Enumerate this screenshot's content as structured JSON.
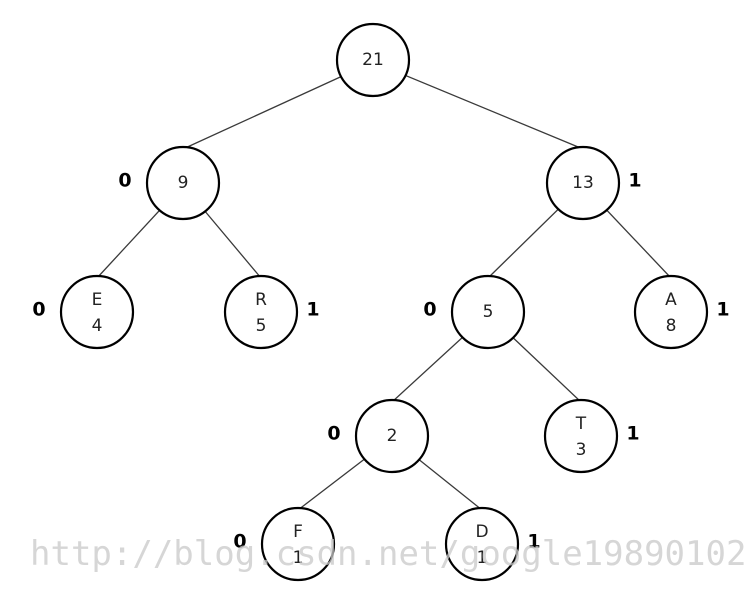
{
  "tree": {
    "nodes": [
      {
        "id": "root",
        "lines": [
          "21"
        ],
        "bit": ""
      },
      {
        "id": "n9",
        "lines": [
          "9"
        ],
        "bit": "0"
      },
      {
        "id": "n13",
        "lines": [
          "13"
        ],
        "bit": "1"
      },
      {
        "id": "E",
        "lines": [
          "E",
          "4"
        ],
        "bit": "0"
      },
      {
        "id": "R",
        "lines": [
          "R",
          "5"
        ],
        "bit": "1"
      },
      {
        "id": "n5",
        "lines": [
          "5"
        ],
        "bit": "0"
      },
      {
        "id": "A",
        "lines": [
          "A",
          "8"
        ],
        "bit": "1"
      },
      {
        "id": "n2",
        "lines": [
          "2"
        ],
        "bit": "0"
      },
      {
        "id": "T",
        "lines": [
          "T",
          "3"
        ],
        "bit": "1"
      },
      {
        "id": "F",
        "lines": [
          "F",
          "1"
        ],
        "bit": "0"
      },
      {
        "id": "D",
        "lines": [
          "D",
          "1"
        ],
        "bit": "1"
      }
    ],
    "edges": [
      [
        "root",
        "n9"
      ],
      [
        "root",
        "n13"
      ],
      [
        "n9",
        "E"
      ],
      [
        "n9",
        "R"
      ],
      [
        "n13",
        "n5"
      ],
      [
        "n13",
        "A"
      ],
      [
        "n5",
        "n2"
      ],
      [
        "n5",
        "T"
      ],
      [
        "n2",
        "F"
      ],
      [
        "n2",
        "D"
      ]
    ]
  },
  "watermark": "http://blog.csdn.net/google19890102"
}
